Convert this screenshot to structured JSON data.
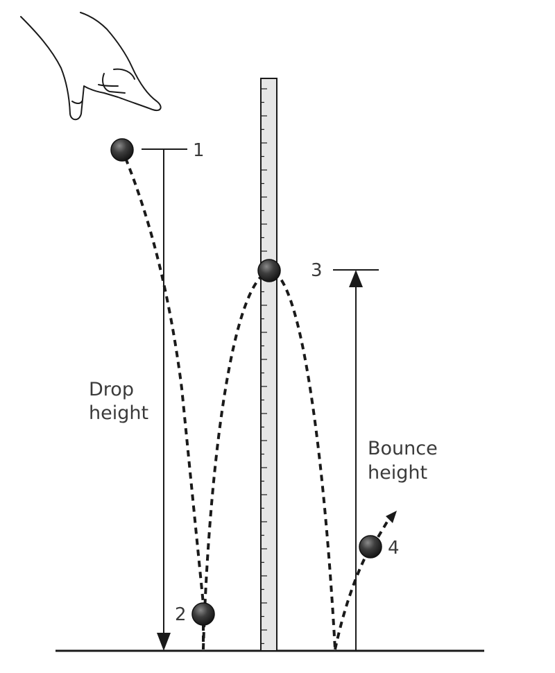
{
  "diagram": {
    "labels": {
      "pos1": "1",
      "pos2": "2",
      "pos3": "3",
      "pos4": "4",
      "drop_line1": "Drop",
      "drop_line2": "height",
      "bounce_line1": "Bounce",
      "bounce_line2": "height"
    },
    "icons": {
      "hand": "pointing-hand-icon",
      "ball": "ball-icon",
      "ruler": "ruler-icon"
    },
    "colors": {
      "ink": "#1a1a1a",
      "ball": "#3a3a3a",
      "ruler_fill": "#e6e6e6"
    }
  }
}
